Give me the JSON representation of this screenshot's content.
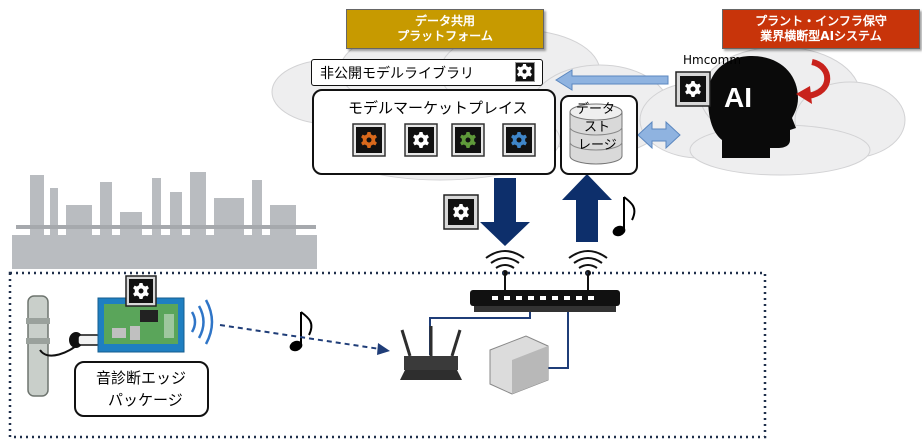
{
  "banners": {
    "platform": {
      "line1": "データ共用",
      "line2": "プラットフォーム"
    },
    "ai_system": {
      "line1": "プラント・インフラ保守",
      "line2": "業界横断型AIシステム"
    }
  },
  "labels": {
    "company": "Hmcomm",
    "ai": "AI",
    "private_library": "非公開モデルライブラリ",
    "marketplace": "モデルマーケットプレイス",
    "storage_line1": "データ",
    "storage_line2": "スト",
    "storage_line3": "レージ",
    "edge_line1": "音診断エッジ",
    "edge_line2": "パッケージ"
  },
  "colors": {
    "platform_banner": "#c79a00",
    "ai_banner": "#c8340a",
    "down_arrow": "#0d2f6b",
    "up_arrow": "#0d2f6b",
    "side_arrows": "#8fb3e0",
    "gear_orange": "#d9691c",
    "gear_green": "#5f9a3a",
    "gear_blue": "#3f86c9"
  }
}
